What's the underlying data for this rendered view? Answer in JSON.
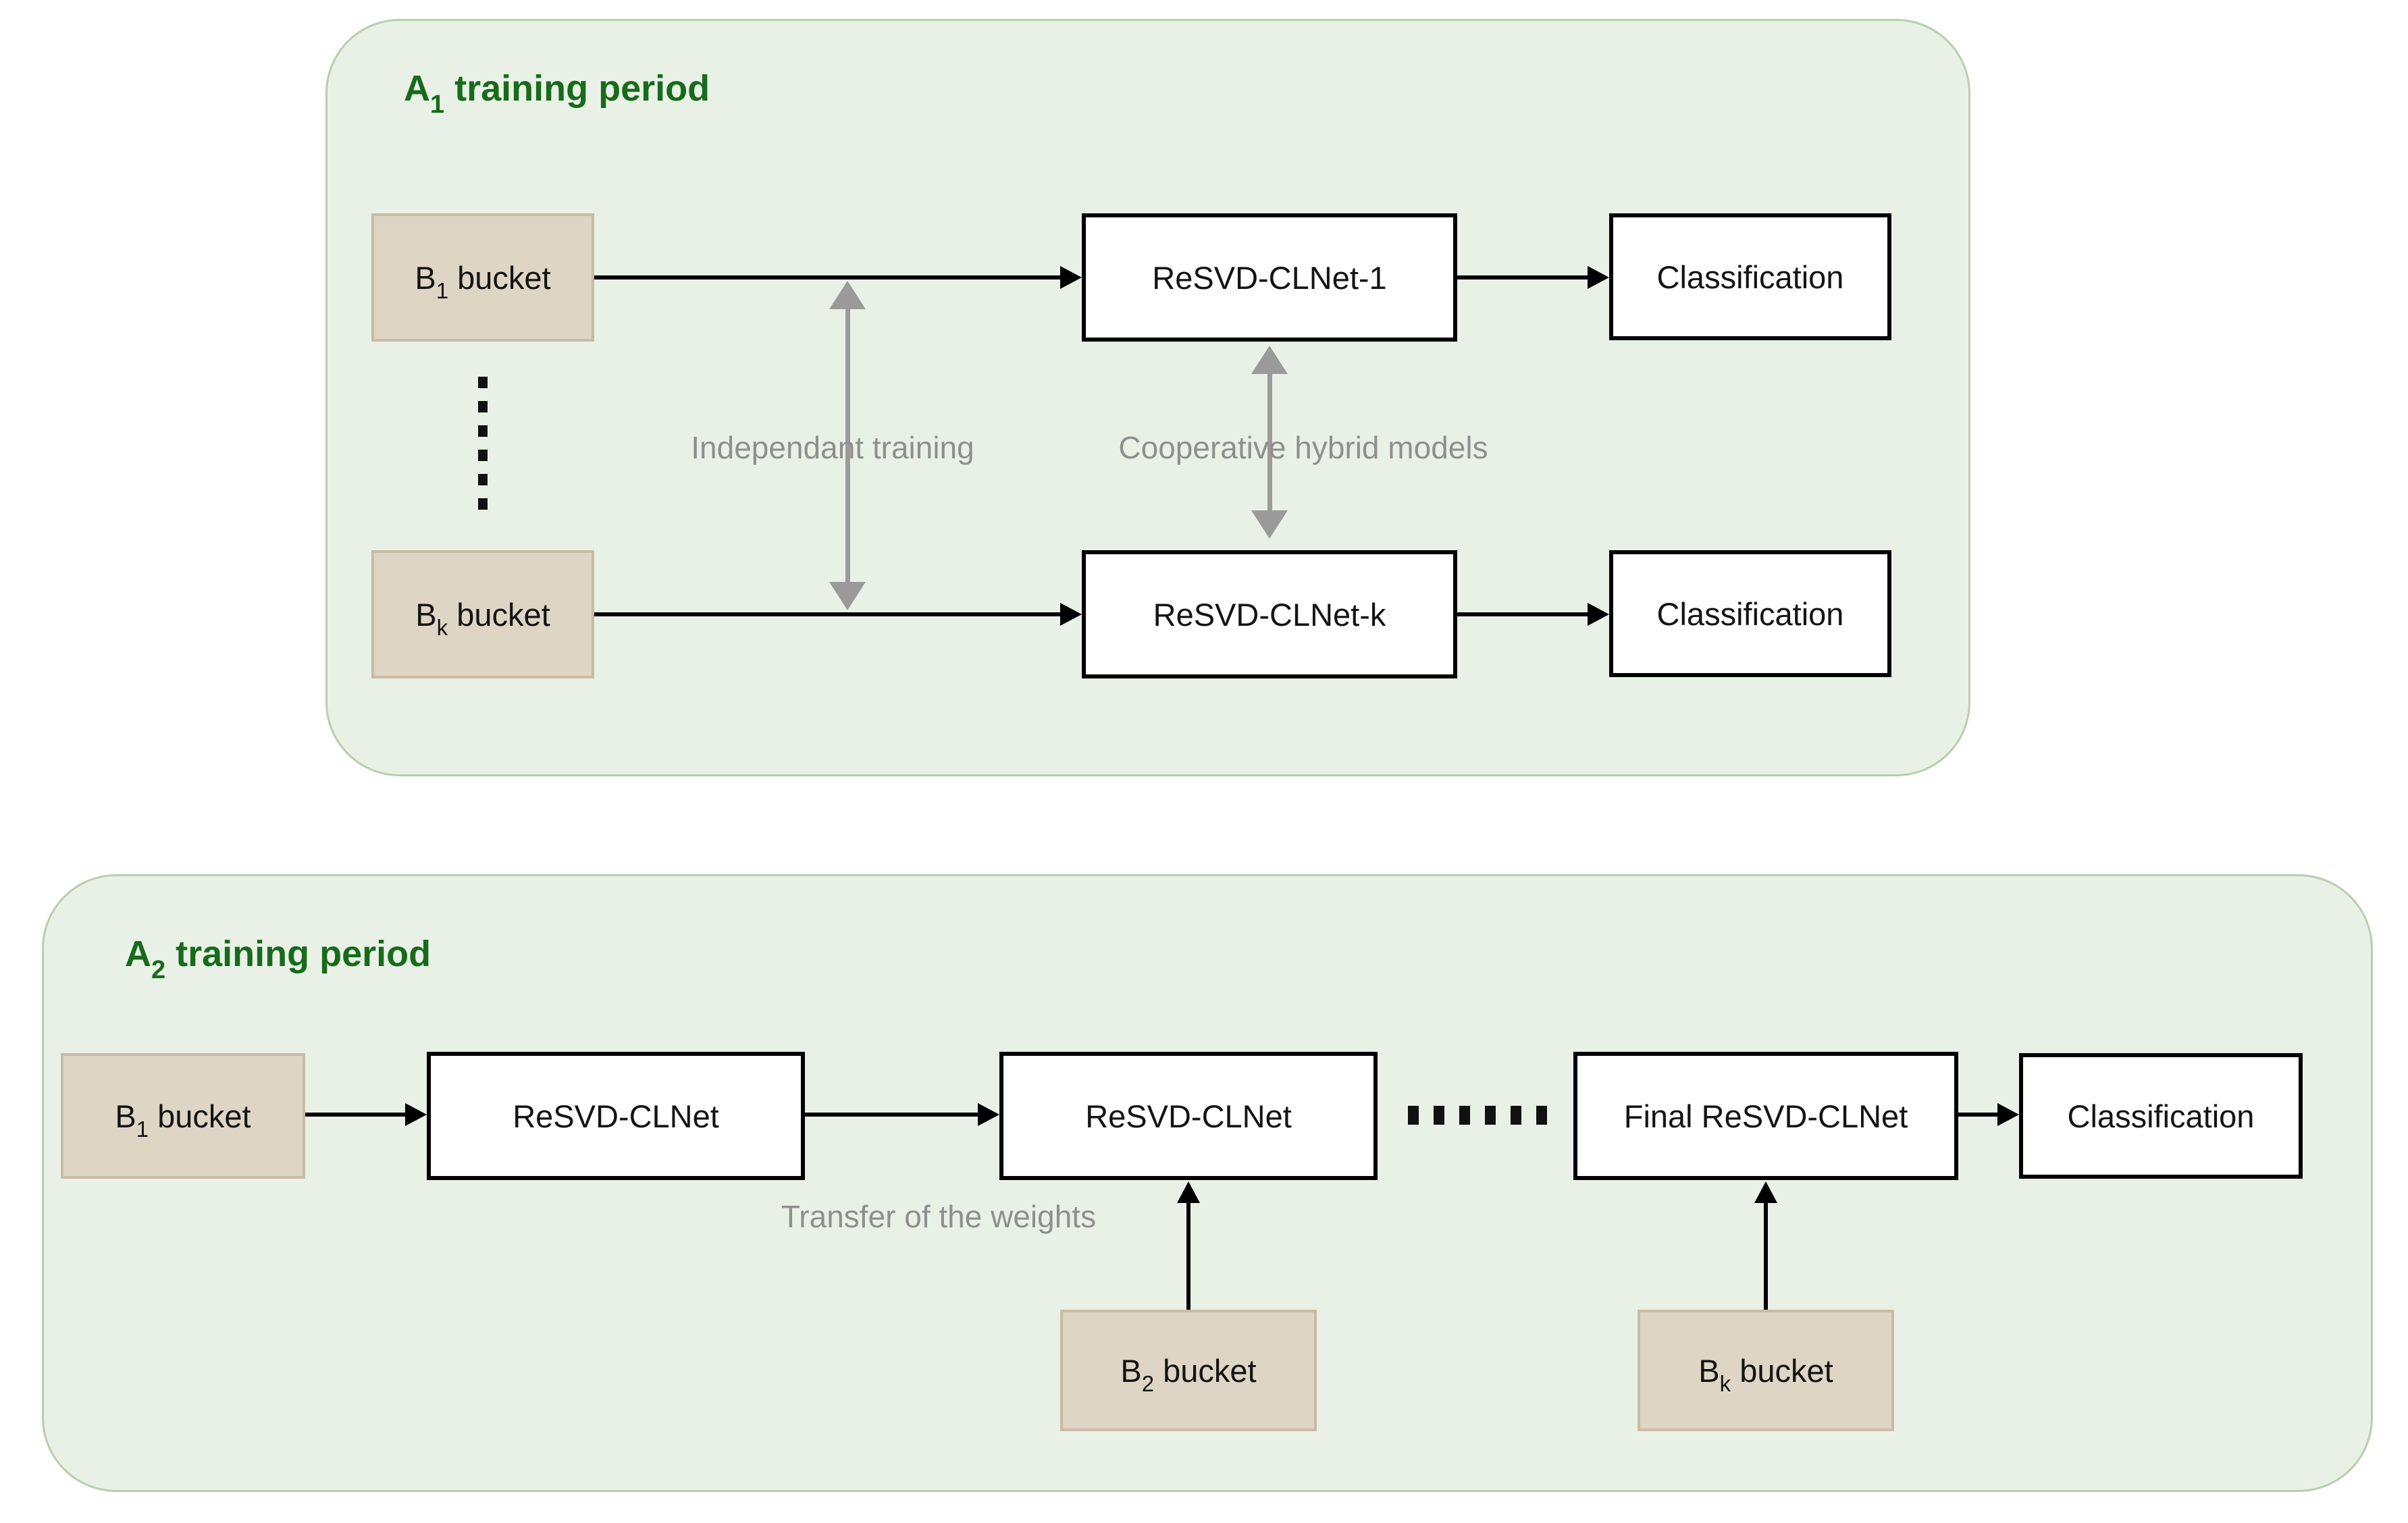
{
  "colors": {
    "panel_fill": "#e9f1e7",
    "panel_border": "#b7cfad",
    "title_green": "#176b1b",
    "bucket_fill": "#ded5c5",
    "bucket_border": "#c9bba4",
    "box_border": "#000000",
    "gray_label": "#8f8f8f",
    "gray_arrow": "#9a9a9a",
    "text_black": "#141414"
  },
  "panel_a1": {
    "title": {
      "pre": "A",
      "sub": "1",
      "post": " training period"
    },
    "b1_bucket": {
      "pre": "B",
      "sub": "1",
      "post": " bucket"
    },
    "bk_bucket": {
      "pre": "B",
      "sub": "k",
      "post": " bucket"
    },
    "model_1": "ReSVD-CLNet-1",
    "model_k": "ReSVD-CLNet-k",
    "classification_1": "Classification",
    "classification_2": "Classification",
    "label_independent": "Independant training",
    "label_cooperative": "Cooperative hybrid models"
  },
  "panel_a2": {
    "title": {
      "pre": "A",
      "sub": "2",
      "post": " training period"
    },
    "b1_bucket": {
      "pre": "B",
      "sub": "1",
      "post": " bucket"
    },
    "b2_bucket": {
      "pre": "B",
      "sub": "2",
      "post": " bucket"
    },
    "bk_bucket": {
      "pre": "B",
      "sub": "k",
      "post": " bucket"
    },
    "model_first": "ReSVD-CLNet",
    "model_second": "ReSVD-CLNet",
    "model_final": "Final ReSVD-CLNet",
    "classification": "Classification",
    "label_transfer": "Transfer of the weights"
  }
}
